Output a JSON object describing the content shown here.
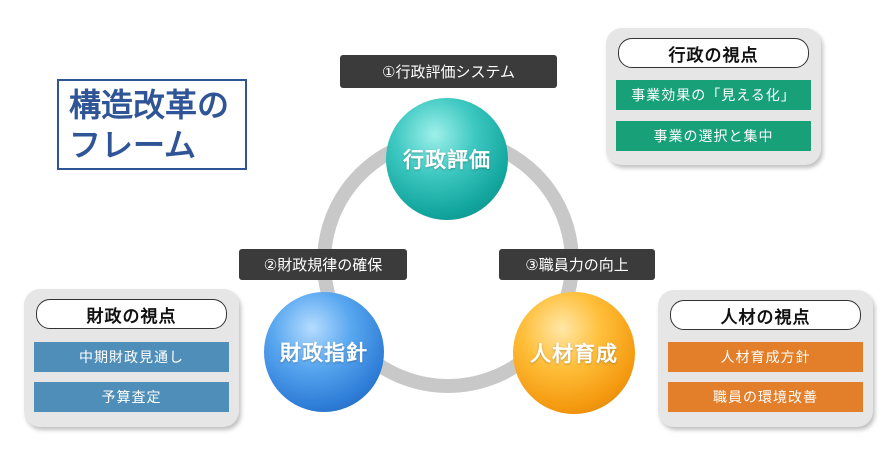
{
  "title": {
    "line1": "構造改革の",
    "line2": "フレーム"
  },
  "cycle": {
    "labels": {
      "top": "①行政評価システム",
      "left": "②財政規律の確保",
      "right": "③職員力の向上"
    },
    "nodes": {
      "top": "行政評価",
      "left": "財政指針",
      "right": "人材育成"
    }
  },
  "panels": {
    "admin": {
      "heading": "行政の視点",
      "items": [
        "事業効果の「見える化」",
        "事業の選択と集中"
      ]
    },
    "finance": {
      "heading": "財政の視点",
      "items": [
        "中期財政見通し",
        "予算査定"
      ]
    },
    "people": {
      "heading": "人材の視点",
      "items": [
        "人材育成方針",
        "職員の環境改善"
      ]
    }
  },
  "colors": {
    "title_blue": "#2f5597",
    "ring_gray": "#c8c8c8",
    "admin_green": "#18a078",
    "finance_blue": "#4f8eb8",
    "people_orange": "#e37f2a"
  }
}
